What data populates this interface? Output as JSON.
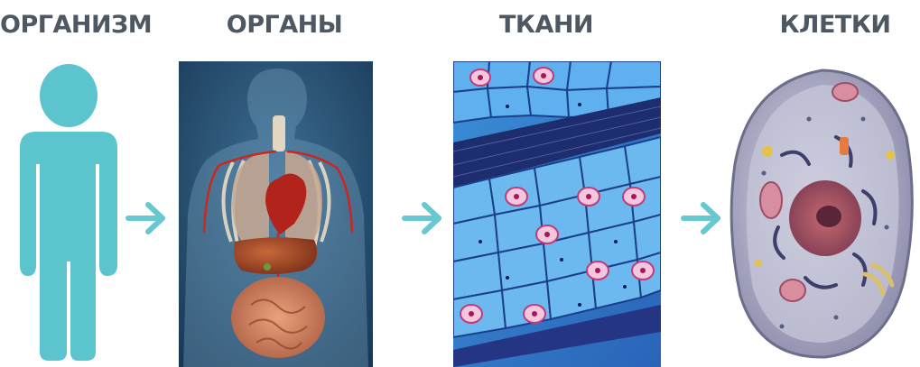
{
  "stages": [
    {
      "label": "ОРГАНИЗМ",
      "icon": "human-silhouette-icon"
    },
    {
      "label": "ОРГАНЫ",
      "icon": "anatomy-organs-image"
    },
    {
      "label": "ТКАНИ",
      "icon": "plant-tissue-micrograph"
    },
    {
      "label": "КЛЕТКИ",
      "icon": "animal-cell-model"
    }
  ],
  "arrow_icon": "right-arrow-icon",
  "colors": {
    "label_text": "#4e5863",
    "accent_teal": "#5cc4cc",
    "arrow_teal": "#68c8cf"
  }
}
